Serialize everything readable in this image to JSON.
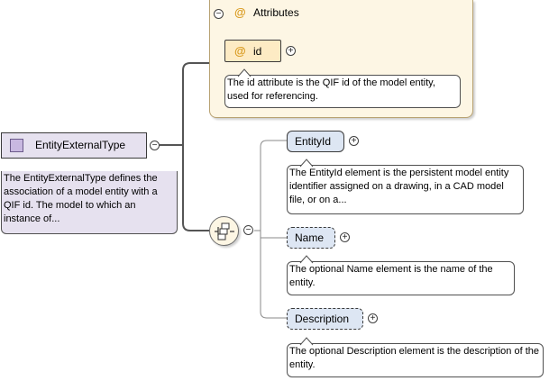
{
  "root": {
    "name": "EntityExternalType",
    "doc": "The EntityExternalType defines the association of a model entity with a QIF id. The model to which an instance of..."
  },
  "attributes": {
    "title": "Attributes",
    "at_symbol": "@",
    "items": [
      {
        "name": "id",
        "doc": "The id attribute is the QIF id of the model entity, used for referencing."
      }
    ]
  },
  "sequence": {
    "elements": [
      {
        "name": "EntityId",
        "doc": "The EntityId element is the persistent model entity identifier assigned on a drawing, in a CAD model file, or on a..."
      },
      {
        "name": "Name",
        "doc": "The optional Name element is the name of the entity."
      },
      {
        "name": "Description",
        "doc": "The optional Description element is the description of the entity."
      }
    ]
  },
  "colors": {
    "root_bg": "#e6e1ef",
    "root_icon": "#c8b8e0",
    "attributes_bg": "#fdf6e4",
    "attributes_border": "#b8a272",
    "attribute_bg": "#fdebc4",
    "at_symbol": "#d99a1e",
    "element_bg": "#dde6f3",
    "connector": "#555555"
  }
}
